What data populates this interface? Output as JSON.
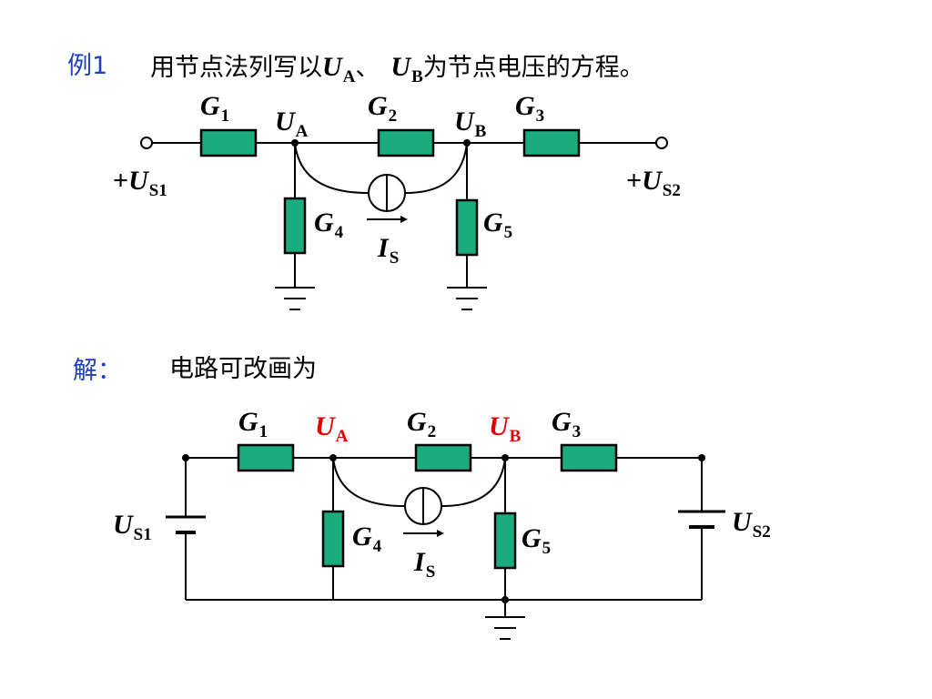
{
  "example": {
    "tag": "例1",
    "title_pre": "用节点法列写以",
    "ua_sym": "U",
    "ua_sub": "A",
    "sep": "、",
    "ub_sym": "U",
    "ub_sub": "B",
    "title_post": "为节点电压的方程。"
  },
  "solution": {
    "tag": "解：",
    "text": "电路可改画为"
  },
  "circuit1": {
    "g1": {
      "sym": "G",
      "sub": "1"
    },
    "g2": {
      "sym": "G",
      "sub": "2"
    },
    "g3": {
      "sym": "G",
      "sub": "3"
    },
    "g4": {
      "sym": "G",
      "sub": "4"
    },
    "g5": {
      "sym": "G",
      "sub": "5"
    },
    "ua": {
      "sym": "U",
      "sub": "A"
    },
    "ub": {
      "sym": "U",
      "sub": "B"
    },
    "is": {
      "sym": "I",
      "sub": "S"
    },
    "us1": {
      "pre": "+",
      "sym": "U",
      "sub": "S1"
    },
    "us2": {
      "pre": "+",
      "sym": "U",
      "sub": "S2"
    }
  },
  "circuit2": {
    "g1": {
      "sym": "G",
      "sub": "1"
    },
    "g2": {
      "sym": "G",
      "sub": "2"
    },
    "g3": {
      "sym": "G",
      "sub": "3"
    },
    "g4": {
      "sym": "G",
      "sub": "4"
    },
    "g5": {
      "sym": "G",
      "sub": "5"
    },
    "ua": {
      "sym": "U",
      "sub": "A"
    },
    "ub": {
      "sym": "U",
      "sub": "B"
    },
    "is": {
      "sym": "I",
      "sub": "S"
    },
    "us1": {
      "sym": "U",
      "sub": "S1"
    },
    "us2": {
      "sym": "U",
      "sub": "S2"
    }
  },
  "colors": {
    "resistor_fill": "#1aab7f",
    "node_label_highlight": "#e00000",
    "tag_blue": "#1f3fbf",
    "wire": "#000000"
  }
}
